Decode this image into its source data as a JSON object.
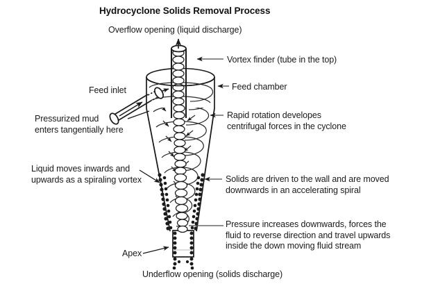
{
  "figure": {
    "title": "Hydrocyclone Solids Removal Process",
    "background_color": "#ffffff",
    "line_color": "#1a1a1a",
    "text_color": "#1a1a1a"
  },
  "labels": {
    "overflow": "Overflow opening (liquid discharge)",
    "vortex_finder": "Vortex finder (tube in the top)",
    "feed_chamber": "Feed chamber",
    "rapid_rotation_line1": "Rapid rotation developes",
    "rapid_rotation_line2": "centrifugal forces in the cyclone",
    "feed_inlet": "Feed inlet",
    "pressurized_line1": "Pressurized mud",
    "pressurized_line2": "enters tangentially here",
    "liquid_moves_line1": "Liquid moves inwards and",
    "liquid_moves_line2": "upwards as a spiraling vortex",
    "solids_driven_line1": "Solids are driven to the wall and are moved",
    "solids_driven_line2": "downwards in an accelerating spiral",
    "pressure_line1": "Pressure increases downwards, forces the",
    "pressure_line2": "fluid to reverse direction and travel upwards",
    "pressure_line3": "inside the down moving fluid stream",
    "apex": "Apex",
    "underflow": "Underflow opening (solids discharge)"
  },
  "parts": {
    "vortex_finder_tube": "vortex-finder-tube",
    "feed_chamber_cylinder": "feed-chamber-cylinder",
    "conical_body": "conical-body",
    "apex_tube": "apex-tube",
    "feed_inlet_pipe": "feed-inlet-pipe",
    "inner_vortex_helix": "inner-vortex-helix",
    "outer_spiral_flow": "outer-spiral-flow",
    "solids_particles": "solids-particles",
    "overflow_arrow": "overflow-arrow"
  }
}
